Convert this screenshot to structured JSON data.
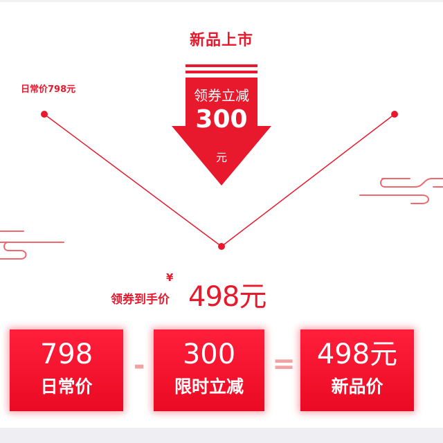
{
  "header": {
    "title": "新品上市"
  },
  "daily_price_label": "日常价798元",
  "coupon_arrow": {
    "line1": "领券立减",
    "amount": "300",
    "unit": "元"
  },
  "final": {
    "currency": "¥",
    "label": "领券到手价",
    "price": "498元"
  },
  "breakdown": [
    {
      "value": "798",
      "label": "日常价"
    },
    {
      "value": "300",
      "label": "限时立减"
    },
    {
      "value": "498元",
      "label": "新品价"
    }
  ],
  "operators": {
    "minus": "-",
    "equals": "="
  },
  "colors": {
    "primary_red": "#e8192d",
    "box_red": "#ff1f3b",
    "operator_pink": "#f3a2a2"
  }
}
